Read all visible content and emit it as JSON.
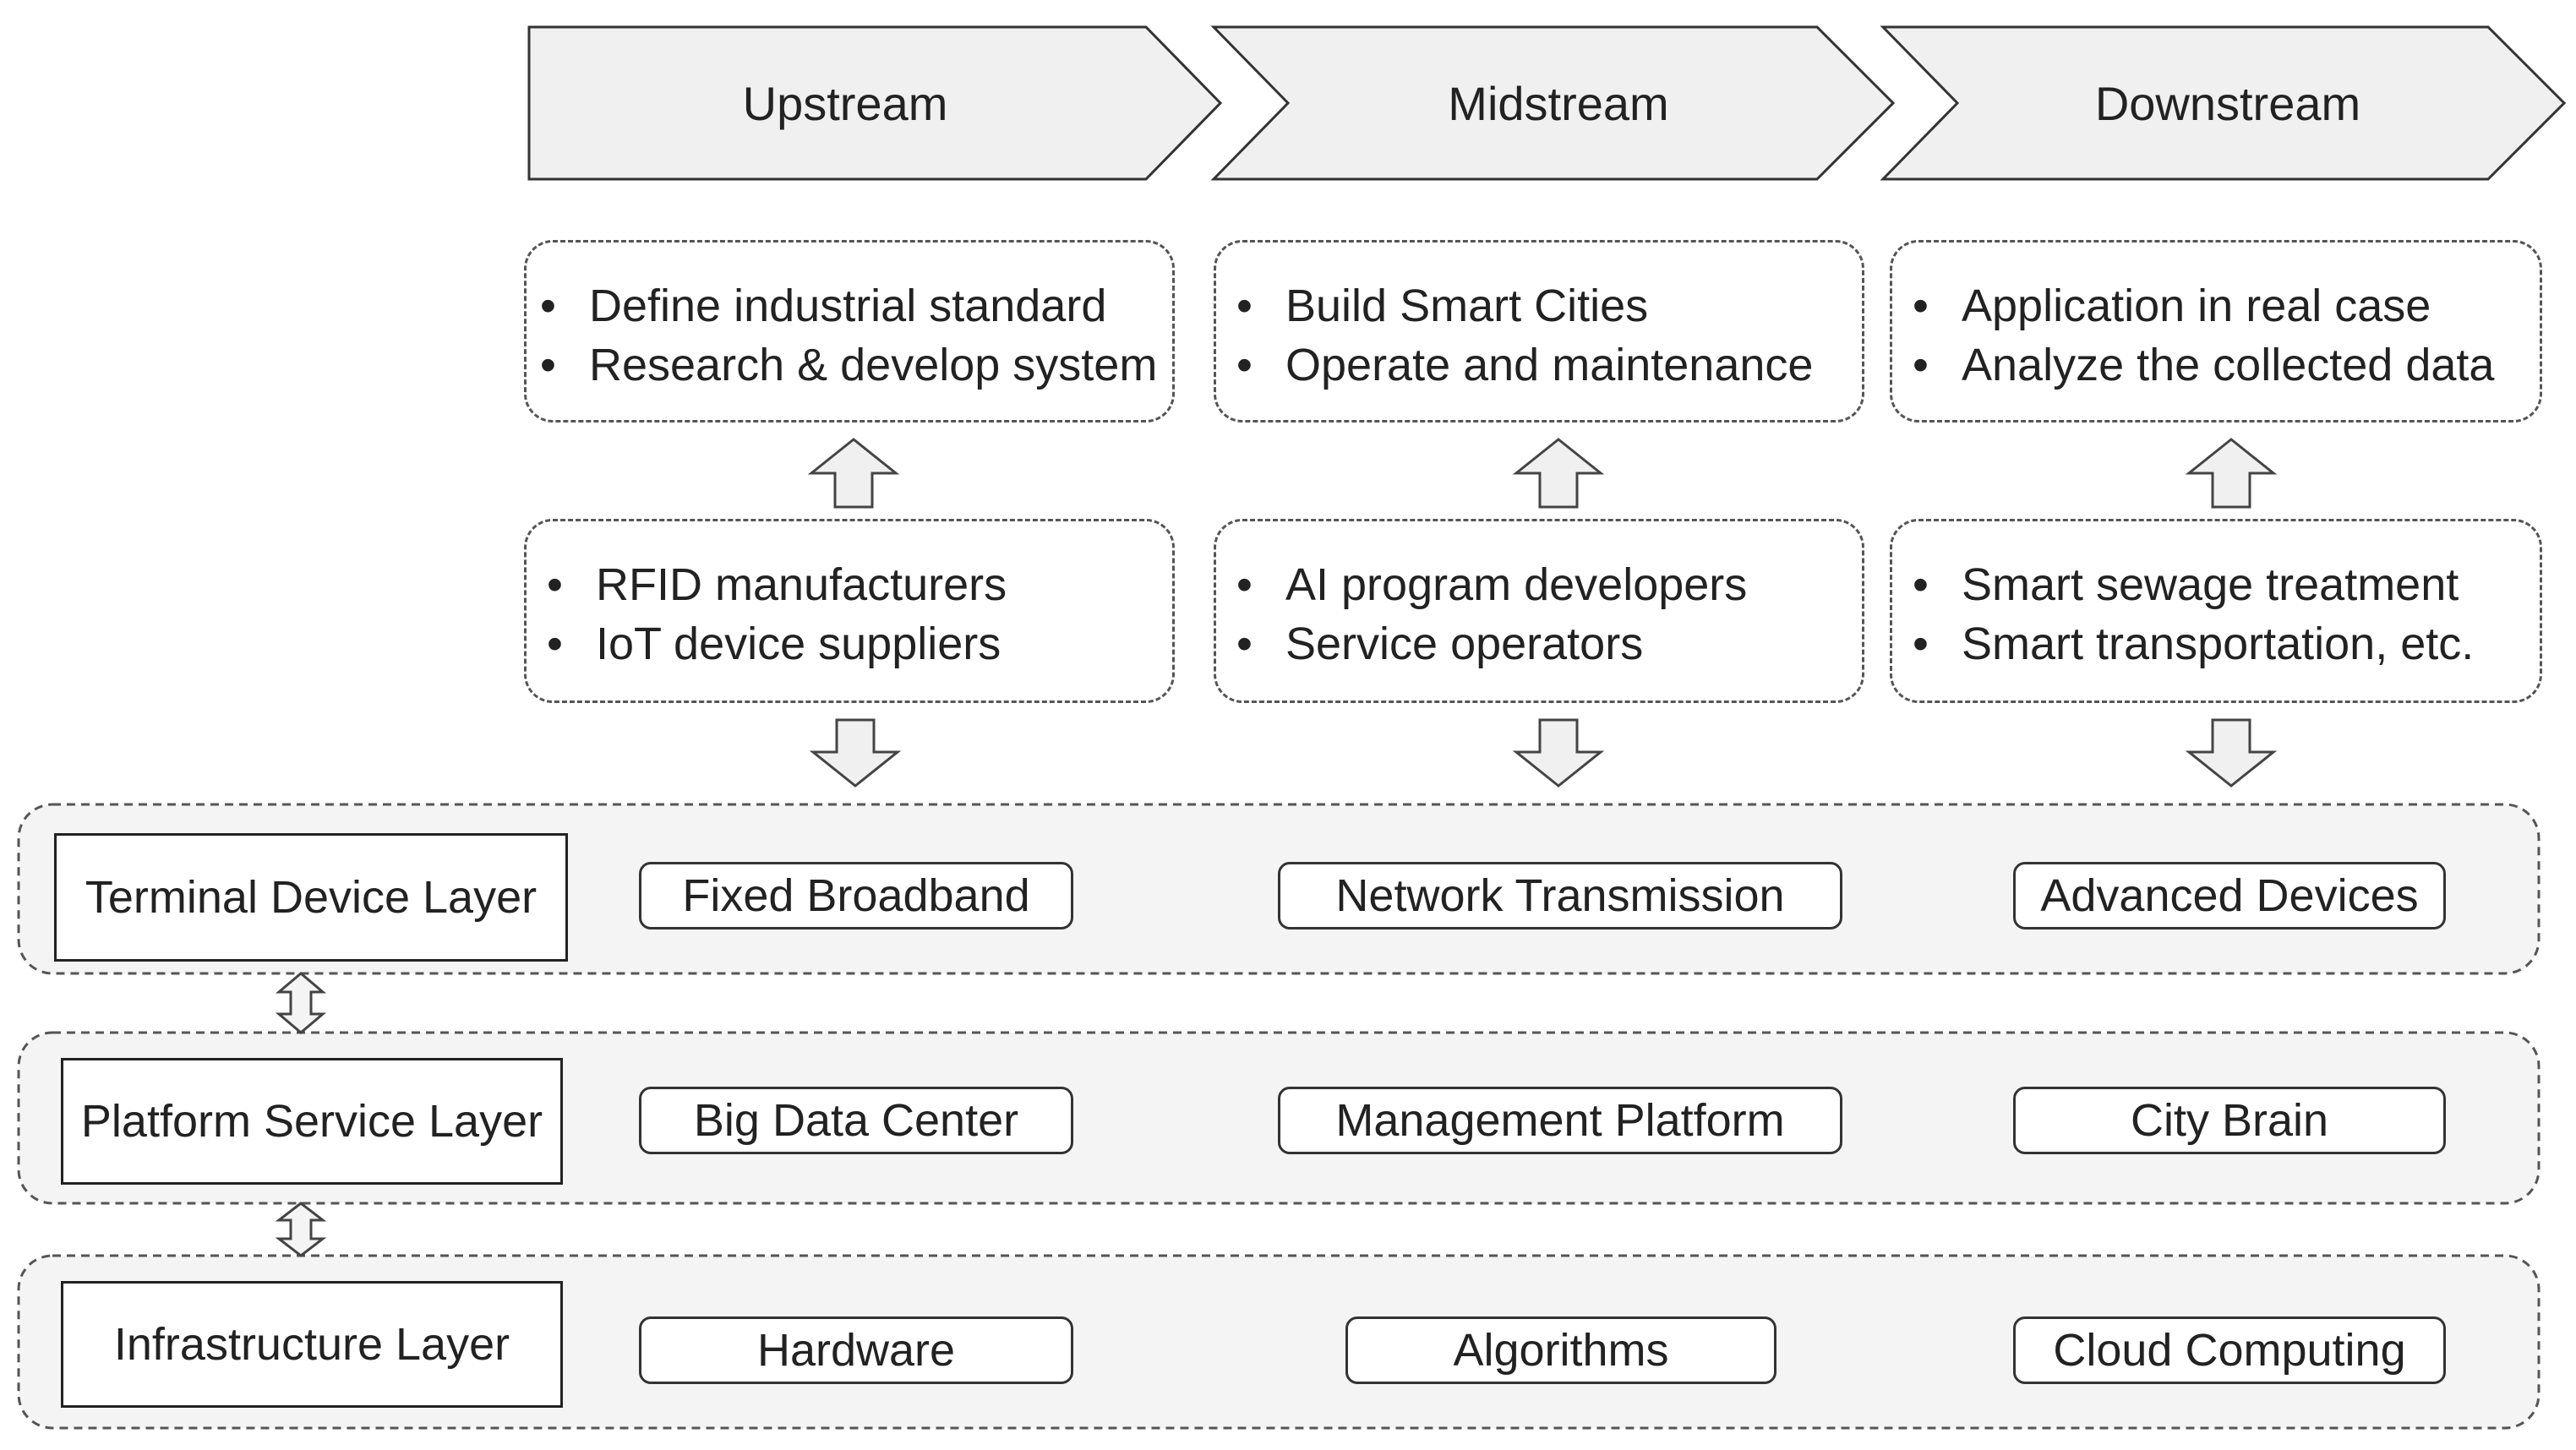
{
  "stages": [
    {
      "label": "Upstream"
    },
    {
      "label": "Midstream"
    },
    {
      "label": "Downstream"
    }
  ],
  "activities": [
    [
      "Define industrial standard",
      "Research & develop system"
    ],
    [
      "Build Smart Cities",
      "Operate and maintenance"
    ],
    [
      "Application in real case",
      "Analyze the collected data"
    ]
  ],
  "participants": [
    [
      "RFID manufacturers",
      "IoT device suppliers"
    ],
    [
      "AI program developers",
      "Service operators"
    ],
    [
      "Smart sewage treatment",
      "Smart transportation, etc."
    ]
  ],
  "layers": [
    {
      "name": "Terminal Device Layer",
      "items": [
        "Fixed Broadband",
        "Network Transmission",
        "Advanced Devices"
      ]
    },
    {
      "name": "Platform Service Layer",
      "items": [
        "Big Data Center",
        "Management Platform",
        "City Brain"
      ]
    },
    {
      "name": "Infrastructure Layer",
      "items": [
        "Hardware",
        "Algorithms",
        "Cloud Computing"
      ]
    }
  ],
  "colors": {
    "arrow_fill": "#f0f0f0",
    "band_fill": "#f4f4f4",
    "stroke": "#555555"
  }
}
